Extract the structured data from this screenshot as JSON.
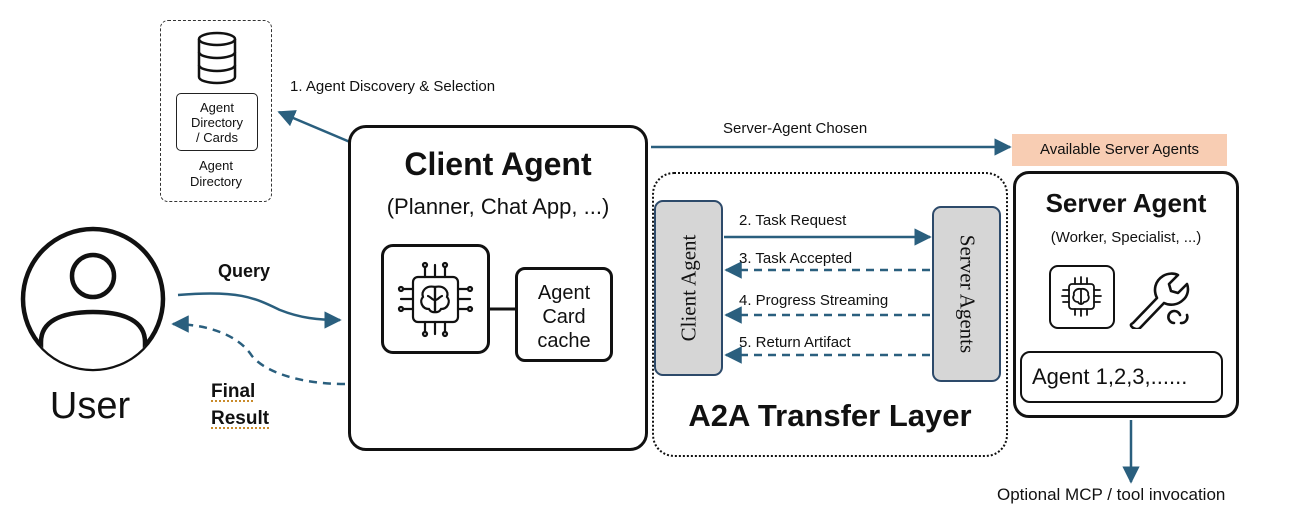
{
  "directory": {
    "card_lines": [
      "Agent",
      "Directory",
      "/ Cards"
    ],
    "label_lines": [
      "Agent",
      "Directory"
    ],
    "icon": "database-icon"
  },
  "user": {
    "label": "User",
    "icon": "user-icon"
  },
  "flows": {
    "discovery": "1.   Agent Discovery  & Selection",
    "query": "Query",
    "final_result_lines": [
      "Final",
      "Result"
    ],
    "server_chosen": "Server-Agent Chosen",
    "optional_mcp": "Optional MCP / tool invocation"
  },
  "client_agent": {
    "title": "Client Agent",
    "subtitle": "(Planner, Chat App, ...)",
    "chip_icon": "brain-chip-icon",
    "cache_lines": [
      "Agent",
      "Card",
      "cache"
    ]
  },
  "transfer_layer": {
    "title": "A2A Transfer Layer",
    "left_endpoint": "Client Agent",
    "right_endpoint": "Server Agents",
    "steps": [
      {
        "label": "2.   Task Request",
        "direction": "right",
        "style": "solid"
      },
      {
        "label": "3.   Task Accepted",
        "direction": "left",
        "style": "dashed"
      },
      {
        "label": "4.   Progress Streaming",
        "direction": "left",
        "style": "dashed"
      },
      {
        "label": "5.   Return Artifact",
        "direction": "left",
        "style": "dashed"
      }
    ]
  },
  "server": {
    "available": "Available Server Agents",
    "title": "Server Agent",
    "subtitle": "(Worker, Specialist, ...)",
    "chip_icon": "brain-chip-icon",
    "tool_icon": "wrench-icon",
    "agents": "Agent 1,2,3,......"
  },
  "colors": {
    "arrow": "#2a5f7e",
    "available_bg": "#f8cdb3",
    "pill_bg": "#d6d6d6",
    "underline": "#c98b2b"
  }
}
